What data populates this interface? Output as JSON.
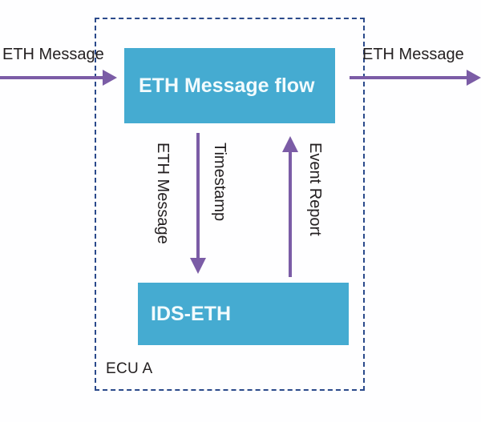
{
  "diagram": {
    "title_absent": true,
    "background_color": "#fefeff",
    "box_fill_color": "#45abd1",
    "box_text_color": "#f2fbfd",
    "arrow_color": "#7b5ca6",
    "container_border_color": "#2b4a8b",
    "text_color": "#231f20"
  },
  "container": {
    "label": "ECU A",
    "border_style": "dashed"
  },
  "blocks": [
    {
      "id": "eth-message-flow",
      "label": "ETH Message flow"
    },
    {
      "id": "ids-eth",
      "label": "IDS-ETH"
    }
  ],
  "external_flows": [
    {
      "id": "inbound",
      "label": "ETH Message",
      "direction": "right"
    },
    {
      "id": "outbound",
      "label": "ETH Message",
      "direction": "right"
    }
  ],
  "internal_flows": [
    {
      "id": "eth-message-down",
      "label": "ETH Message",
      "direction": "down",
      "from": "eth-message-flow",
      "to": "ids-eth"
    },
    {
      "id": "timestamp-down",
      "label": "Timestamp",
      "direction": "down",
      "from": "eth-message-flow",
      "to": "ids-eth"
    },
    {
      "id": "event-report-up",
      "label": "Event Report",
      "direction": "up",
      "from": "ids-eth",
      "to": "eth-message-flow"
    }
  ]
}
